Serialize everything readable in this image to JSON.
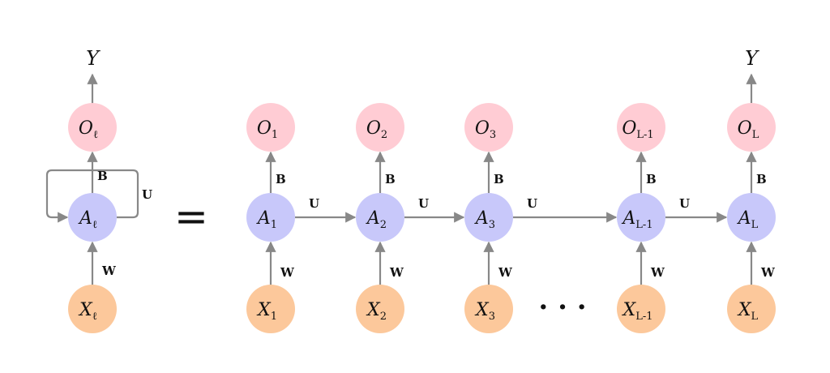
{
  "colors": {
    "output": "#ffccd4",
    "hidden": "#c8c8fa",
    "input": "#fcc89b",
    "edge": "#888888"
  },
  "rolled": {
    "top_label": "Y",
    "output": {
      "base": "O",
      "sub": "ℓ"
    },
    "hidden": {
      "base": "A",
      "sub": "ℓ"
    },
    "input": {
      "base": "X",
      "sub": "ℓ"
    },
    "b_label": "B",
    "u_label": "U",
    "w_label": "W"
  },
  "equals": "=",
  "columns": [
    {
      "output": {
        "base": "O",
        "sub": "1"
      },
      "hidden": {
        "base": "A",
        "sub": "1"
      },
      "input": {
        "base": "X",
        "sub": "1"
      },
      "b_label": "B",
      "w_label": "W",
      "u_label": "U"
    },
    {
      "output": {
        "base": "O",
        "sub": "2"
      },
      "hidden": {
        "base": "A",
        "sub": "2"
      },
      "input": {
        "base": "X",
        "sub": "2"
      },
      "b_label": "B",
      "w_label": "W",
      "u_label": "U"
    },
    {
      "output": {
        "base": "O",
        "sub": "3"
      },
      "hidden": {
        "base": "A",
        "sub": "3"
      },
      "input": {
        "base": "X",
        "sub": "3"
      },
      "b_label": "B",
      "w_label": "W",
      "u_label": "U"
    },
    {
      "output": {
        "base": "O",
        "sub": "L-1"
      },
      "hidden": {
        "base": "A",
        "sub": "L-1"
      },
      "input": {
        "base": "X",
        "sub": "L-1"
      },
      "b_label": "B",
      "w_label": "W",
      "u_label": "U"
    },
    {
      "output": {
        "base": "O",
        "sub": "L"
      },
      "hidden": {
        "base": "A",
        "sub": "L"
      },
      "input": {
        "base": "X",
        "sub": "L"
      },
      "b_label": "B",
      "w_label": "W",
      "top_label": "Y"
    }
  ],
  "ellipsis": "· · ·"
}
